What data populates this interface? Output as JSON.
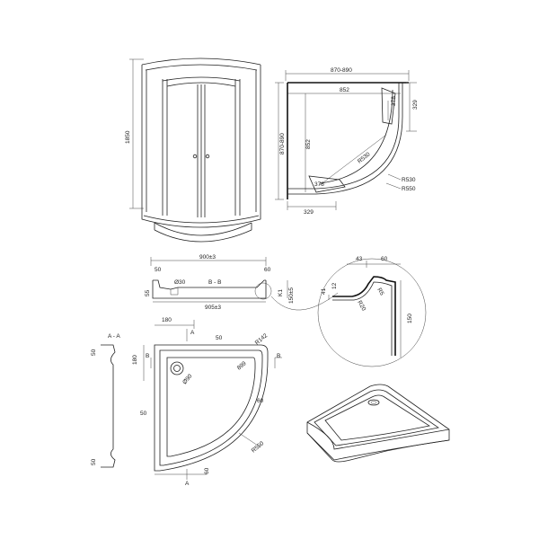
{
  "front_view": {
    "height_label": "1850"
  },
  "top_view": {
    "overall_width": "870-890",
    "inner_width": "852",
    "overall_depth": "870-890",
    "inner_depth": "852",
    "door_side": "329",
    "door_bottom": "329",
    "door_gap_top": "378",
    "door_gap_bottom": "378",
    "radius_inner": "R530",
    "radius_outer": "R550",
    "radius_diag": "R530"
  },
  "tray_section_bb": {
    "width": "900±3",
    "inner_width": "905±3",
    "left_offset": "50",
    "right_offset": "60",
    "left_height": "55",
    "drain": "Ø30",
    "section_label": "B - B",
    "right_height": "150±5",
    "foot_label": "K1"
  },
  "detail_view": {
    "dim_43": "43",
    "dim_60": "60",
    "dim_41": "41",
    "dim_12": "12",
    "radius_r5": "R5",
    "radius_r20": "R20",
    "height_150": "150"
  },
  "tray_plan": {
    "section_aa": "A - A",
    "dim_180": "180",
    "dim_50_top": "50",
    "radius_r142": "R142",
    "dim_180_left": "180",
    "drain": "Ø90",
    "dim_899": "899",
    "dim_60_right": "60",
    "dim_50_left": "50",
    "radius_r550": "R550",
    "dim_60_bottom": "60",
    "section_a_top": "A",
    "section_a_bottom": "A",
    "section_b": "B",
    "section_b2": "B",
    "side_50_top": "50",
    "side_50_bottom": "50"
  }
}
